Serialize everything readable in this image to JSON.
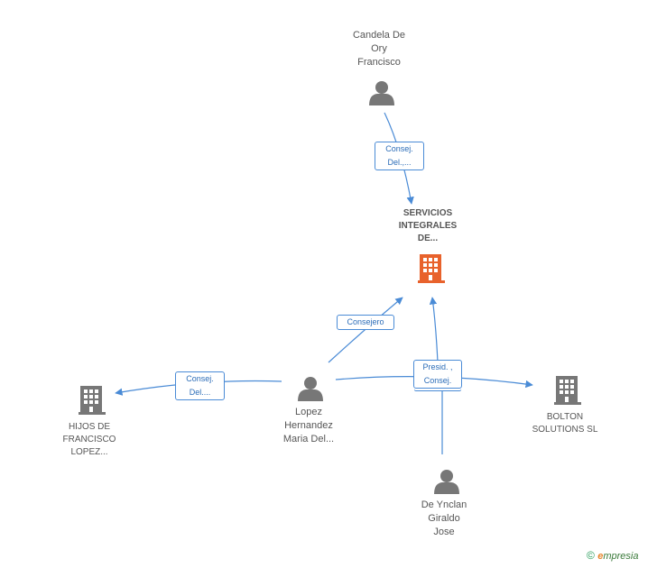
{
  "nodes": {
    "candela": {
      "lines": [
        "Candela De",
        "Ory",
        "Francisco"
      ]
    },
    "servicios": {
      "lines": [
        "SERVICIOS",
        "INTEGRALES",
        "DE..."
      ]
    },
    "lopez": {
      "lines": [
        "Lopez",
        "Hernandez",
        "Maria Del..."
      ]
    },
    "hijos": {
      "lines": [
        "HIJOS DE",
        "FRANCISCO",
        "LOPEZ..."
      ]
    },
    "bolton": {
      "lines": [
        "BOLTON",
        "SOLUTIONS SL"
      ]
    },
    "ynclan": {
      "lines": [
        "De Ynclan",
        "Giraldo",
        "Jose"
      ]
    }
  },
  "edges": {
    "candela_servicios": {
      "lines": [
        "Consej.",
        "Del.,..."
      ]
    },
    "lopez_servicios": {
      "lines": [
        "Consejero"
      ]
    },
    "lopez_hijos": {
      "lines": [
        "Consej.",
        "Del...."
      ]
    },
    "multi_presid": {
      "lines": [
        "Presid. ,",
        "Consej."
      ]
    }
  },
  "colors": {
    "edge": "#4a8bd6",
    "person": "#777777",
    "company": "#777777",
    "center_company": "#e8622c"
  },
  "footer": {
    "copyright": "©",
    "brand_e": "e",
    "brand_rest": "mpresia"
  }
}
